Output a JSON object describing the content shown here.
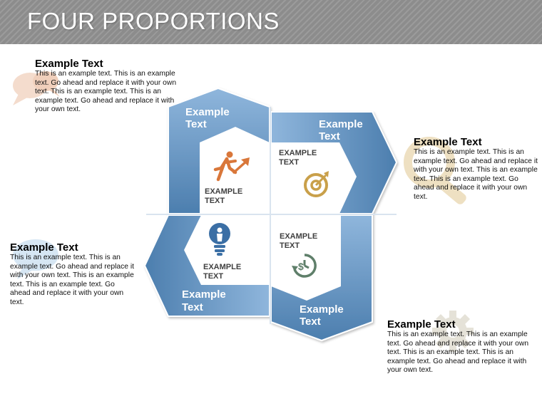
{
  "header": {
    "title": "FOUR PROPORTIONS"
  },
  "colors": {
    "header_bg": "#8c8c8c",
    "segment_blue": "#7aa3cd",
    "segment_dark": "#4a7aa8",
    "icon_orange": "#d9773a",
    "icon_gold": "#c9a04a",
    "icon_blue": "#3b6fa5",
    "icon_green": "#5f7f6a"
  },
  "diagram": {
    "segments": [
      {
        "label_line1": "Example",
        "label_line2": "Text"
      },
      {
        "label_line1": "Example",
        "label_line2": "Text"
      },
      {
        "label_line1": "Example",
        "label_line2": "Text"
      },
      {
        "label_line1": "Example",
        "label_line2": "Text"
      }
    ],
    "inner": [
      {
        "line1": "EXAMPLE",
        "line2": "TEXT",
        "icon": "runner-arrow-icon"
      },
      {
        "line1": "EXAMPLE",
        "line2": "TEXT",
        "icon": "target-icon"
      },
      {
        "line1": "EXAMPLE",
        "line2": "TEXT",
        "icon": "lightbulb-person-icon"
      },
      {
        "line1": "EXAMPLE",
        "line2": "TEXT",
        "icon": "dollar-clock-icon"
      }
    ]
  },
  "callouts": [
    {
      "title": "Example Text",
      "body": "This is an example text. This is an example text. Go ahead and replace it with your own text. This is an example text. This is an example text. Go ahead and replace it with your own text.",
      "deco_icon": "speech-bubbles-icon"
    },
    {
      "title": "Example Text",
      "body": "This is an example text. This is an example text. Go ahead and replace it with your own text. This is an example text. This is an example text. Go ahead and replace it with your own text.",
      "deco_icon": "magnifier-icon"
    },
    {
      "title": "Example Text",
      "body": "This is an example text. This is an example text. Go ahead and replace it with your own text. This is an example text. This is an example text. Go ahead and replace it with your own text.",
      "deco_icon": "chat-bubble-icon"
    },
    {
      "title": "Example Text",
      "body": "This is an example text. This is an example text. Go ahead and replace it with your own text. This is an example text. This is an example text. Go ahead and replace it with your own text.",
      "deco_icon": "gear-icon"
    }
  ]
}
